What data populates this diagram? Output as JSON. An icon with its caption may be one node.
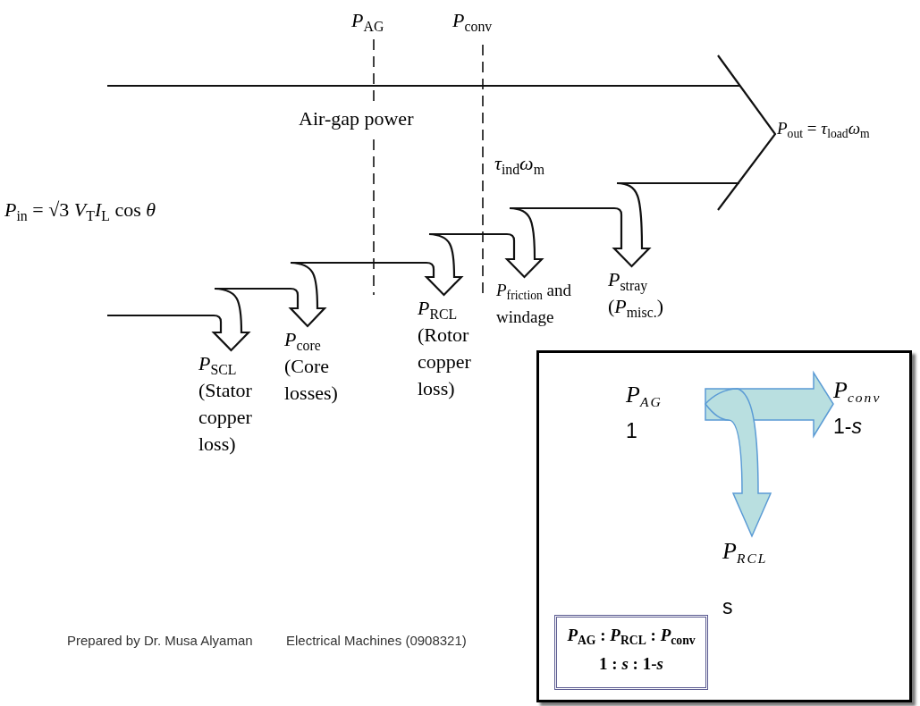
{
  "diagram": {
    "nodes": [
      {
        "text": [
          "*P*$_{SCL}$",
          "(Stator copper loss)"
        ]
      },
      {
        "text": [
          "*P*$_{core}$",
          "(Core losses)"
        ]
      },
      {
        "text": [
          "*P*$_{RCL}$",
          "(Rotor copper loss)"
        ]
      },
      {
        "text": [
          "*P*$_{friction}$ and windage"
        ]
      },
      {
        "text": [
          "*P*$_{stray}$",
          "(*P*$_{misc.}$)"
        ]
      },
      {
        "text": [],
        "shape": "box"
      },
      {
        "text": [
          "*P*$_{AG}$",
          "1"
        ],
        "in": 5
      },
      {
        "text": [
          "*P*$_{conv}$",
          "1-*s*"
        ],
        "in": 5
      },
      {
        "text": [
          "*P*$_{RCL}$",
          "s"
        ],
        "in": 5
      },
      {
        "text": [
          "*P*$_{AG}$ : *P*$_{RCL}$ : *P*$_{conv}$",
          "1 : *s* : 1-*s*"
        ],
        "in": 5
      }
    ],
    "edges": [
      {
        "from": null,
        "to": 0,
        "arrow": "to"
      },
      {
        "from": null,
        "to": 1,
        "arrow": "to"
      },
      {
        "from": null,
        "to": 2,
        "arrow": "to"
      },
      {
        "from": null,
        "to": 3,
        "arrow": "to"
      },
      {
        "from": null,
        "to": 4,
        "arrow": "to"
      },
      {
        "from": 6,
        "to": 7,
        "arrow": "to",
        "style": "thick",
        "color": "#b9dfe0"
      },
      {
        "from": 6,
        "to": 8,
        "arrow": "to",
        "style": "thick",
        "color": "#b9dfe0"
      }
    ],
    "labels": [
      "*P*$_{AG}$",
      "*P*$_{conv}$",
      "Air-gap power",
      "*P*$_{in}$ = √3 *V*$_{T}$*I*$_{L}$ cos *θ*",
      "*τ*$_{ind}$*ω*$_{m}$",
      "*P*$_{out}$ = *τ*$_{load}$*ω*$_{m}$",
      "Prepared by Dr. Musa Alyaman",
      "Electrical Machines (0908321)"
    ]
  }
}
